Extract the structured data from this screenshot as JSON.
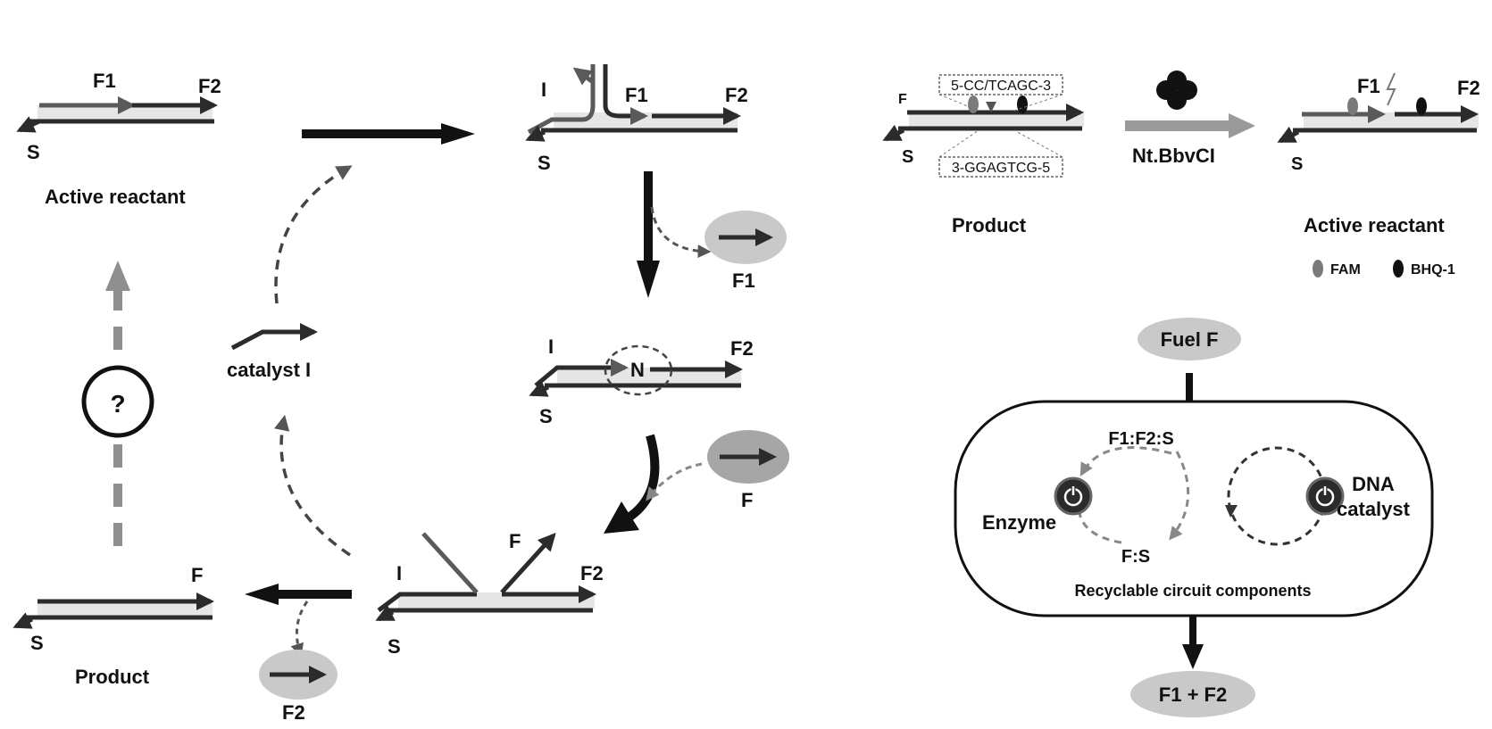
{
  "left_cycle": {
    "active_reactant": {
      "title": "Active reactant",
      "f1": "F1",
      "f2": "F2",
      "s": "S"
    },
    "invasion": {
      "i": "I",
      "f1": "F1",
      "f2": "F2",
      "s": "S"
    },
    "released_f1": "F1",
    "nicked": {
      "i": "I",
      "n": "N",
      "f2": "F2",
      "s": "S"
    },
    "fuel": "F",
    "three_way": {
      "i": "I",
      "f": "F",
      "f2": "F2",
      "s": "S"
    },
    "released_f2": "F2",
    "product": {
      "title": "Product",
      "f": "F",
      "s": "S"
    },
    "catalyst_label": "catalyst I",
    "question_mark": "?"
  },
  "enzyme_panel": {
    "product": {
      "title": "Product",
      "f": "F",
      "s": "S",
      "top_sequence": "5-CC/TCAGC-3",
      "bottom_sequence": "3-GGAGTCG-5"
    },
    "enzyme_name": "Nt.BbvCI",
    "active_reactant": {
      "title": "Active reactant",
      "f1": "F1",
      "f2": "F2",
      "s": "S"
    },
    "legend": {
      "fam": "FAM",
      "bhq": "BHQ-1"
    }
  },
  "circuit_panel": {
    "fuel": "Fuel F",
    "state_top": "F1:F2:S",
    "state_bottom": "F:S",
    "enzyme_label": "Enzyme",
    "catalyst_label_line1": "DNA",
    "catalyst_label_line2": "catalyst",
    "caption": "Recyclable circuit components",
    "output": "F1 + F2"
  },
  "colors": {
    "strand_dark": "#2b2b2b",
    "strand_mid": "#5a5a5a",
    "strand_light": "#e6e6e6",
    "arrow_gray": "#8f8f8f",
    "ellipse_fill": "#c9c9c9",
    "fam": "#7a7a7a",
    "bhq": "#111111"
  }
}
